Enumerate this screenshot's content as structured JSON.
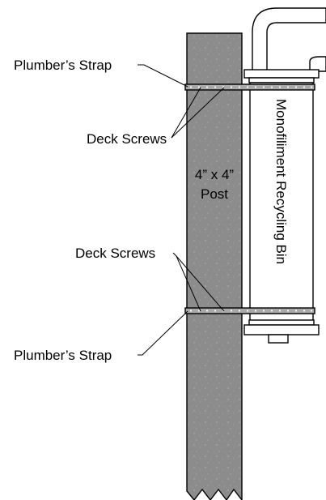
{
  "labels": {
    "strap_top": "Plumber’s Strap",
    "screws_top": "Deck Screws",
    "post": [
      "4” x 4”",
      "Post"
    ],
    "screws_bottom": "Deck Screws",
    "strap_bottom": "Plumber’s Strap",
    "bin": "Monofiliment Recycling Bin"
  },
  "colors": {
    "post_fill": "#8c8c8c",
    "strap_fill": "#a9a9a9",
    "bin_fill": "#ffffff",
    "line": "#000000"
  }
}
